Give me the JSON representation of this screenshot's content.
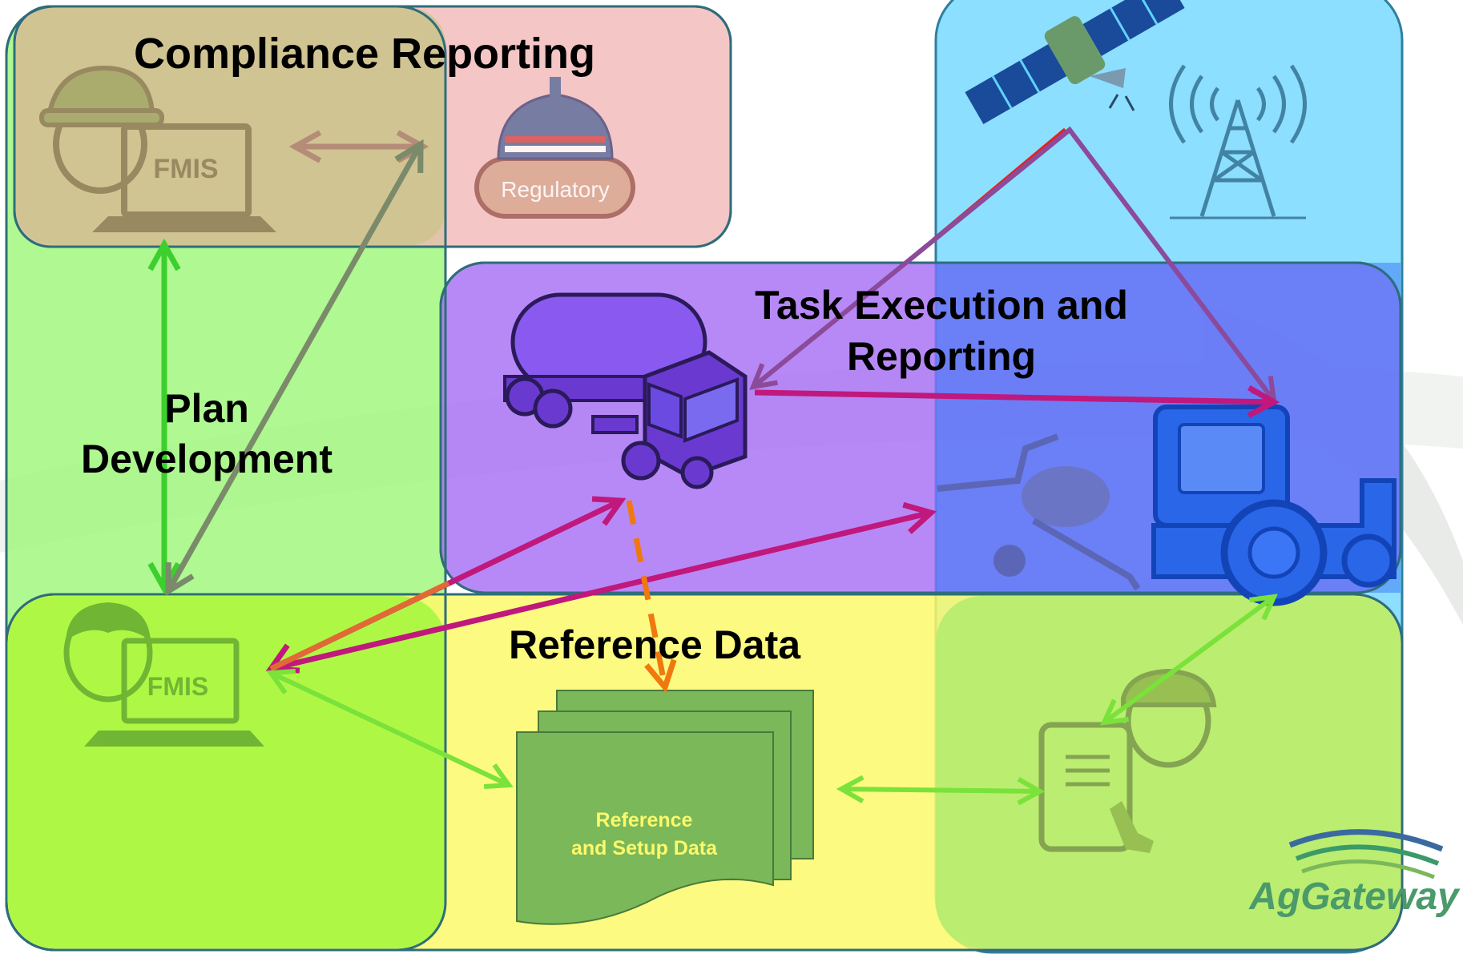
{
  "regions": {
    "compliance": {
      "label": "Compliance Reporting",
      "color": "#f2b3b3"
    },
    "plan": {
      "label_line1": "Plan",
      "label_line2": "Development",
      "color": "#9ef77a"
    },
    "task": {
      "label_line1": "Task Execution and",
      "label_line2": "Reporting",
      "color": "#a56cf5"
    },
    "reference": {
      "label": "Reference Data",
      "color": "#fcf96a"
    },
    "field": {
      "color": "#5fd3ff"
    }
  },
  "nodes": {
    "fmis_top": {
      "label": "FMIS"
    },
    "regulatory": {
      "label": "Regulatory"
    },
    "fmis_bottom": {
      "label": "FMIS"
    },
    "reference_doc": {
      "line1": "Reference",
      "line2": "and Setup Data"
    }
  },
  "logo": {
    "text": "AgGateway"
  },
  "colors": {
    "arrow_green": "#3ccf2e",
    "arrow_magenta": "#c0187c",
    "arrow_orange": "#f07810",
    "arrow_brown": "#b48c78",
    "arrow_gray": "#7a8a6a",
    "arrow_purple": "#8c4a9a",
    "arrow_lime": "#7ae23a",
    "arrow_red": "#e8201a"
  }
}
